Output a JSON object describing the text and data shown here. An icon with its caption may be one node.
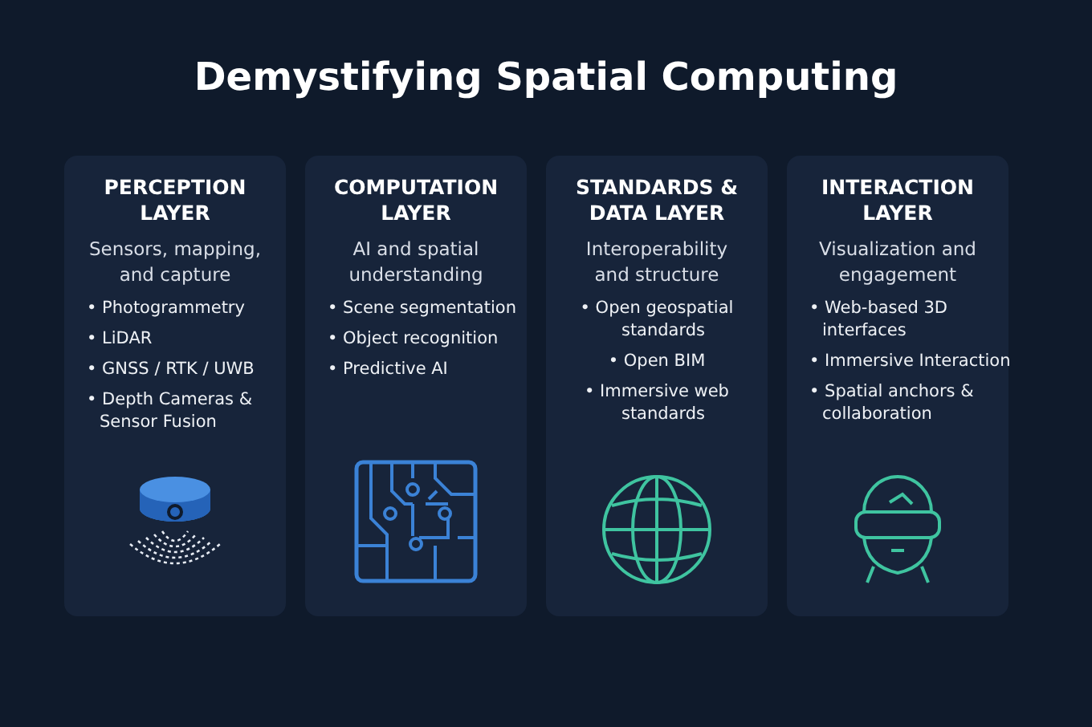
{
  "diagram": {
    "title": "Demystifying Spatial Computing",
    "nodes": [
      {
        "text": [
          "PERCEPTION LAYER",
          "Sensors, mapping, and capture",
          "• Photogrammetry",
          "• LiDAR",
          "• GNSS / RTK / UWB",
          "• Depth Cameras & Sensor Fusion"
        ]
      },
      {
        "text": [
          "COMPUTATION LAYER",
          "AI and spatial understanding",
          "• Scene segmentation",
          "• Object recognition",
          "• Predictive AI"
        ]
      },
      {
        "text": [
          "STANDARDS & DATA LAYER",
          "Interoperability and structure",
          "• Open geospatial standards",
          "• Open BIM",
          "• Immersive web standards"
        ]
      },
      {
        "text": [
          "INTERACTION LAYER",
          "Visualization and engagement",
          "• Web-based 3D interfaces",
          "• Immersive Interaction",
          "• Spatial anchors & collaboration"
        ]
      }
    ]
  }
}
